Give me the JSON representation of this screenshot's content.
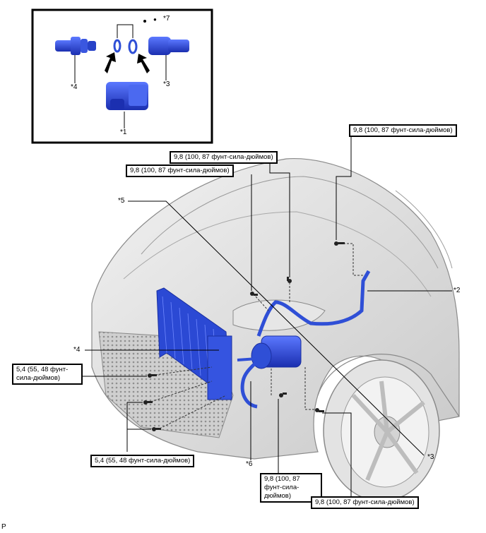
{
  "labels": {
    "c1": "*1",
    "c2": "*2",
    "c3_inset": "*3",
    "c3": "*3",
    "c4_inset": "*4",
    "c4": "*4",
    "c5": "*5",
    "c6": "*6",
    "c7": "*7",
    "legend_bullet": "●"
  },
  "torques": {
    "t1": "9,8 (100, 87 фунт-сила-дюймов)",
    "t2": "9,8 (100, 87 фунт-сила-дюймов)",
    "t3": "9,8 (100, 87 фунт-сила-дюймов)",
    "t4": "5,4 (55, 48 фунт-сила-дюймов)",
    "t5": "5,4 (55, 48 фунт-сила-дюймов)",
    "t6": "9,8 (100, 87 фунт-сила-дюймов)",
    "t7": "9,8 (100, 87 фунт-сила-дюймов)"
  },
  "figure_code": "P",
  "colors": {
    "part_blue": "#2f4fd6",
    "part_blue_dark": "#1a2fa0",
    "car_gray": "#d9d9d9",
    "car_line": "#8a8a8a"
  }
}
